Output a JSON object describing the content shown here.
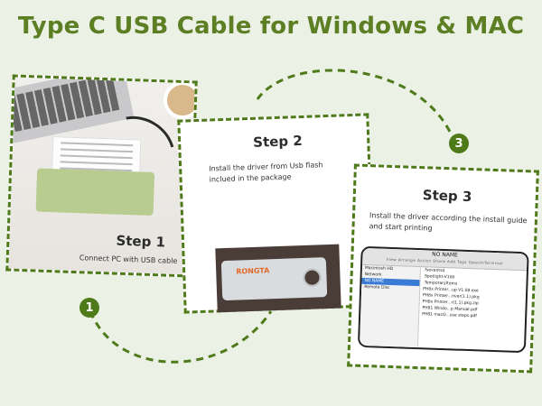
{
  "title": "Type C USB Cable for Windows & MAC",
  "colors": {
    "accent": "#4f7a1a",
    "title": "#5d7f24",
    "background": "#ecf1e6"
  },
  "steps": [
    {
      "badge": "1",
      "heading": "Step 1",
      "description": "Connect PC with USB cable"
    },
    {
      "badge": "",
      "heading": "Step 2",
      "description": "Install the driver from Usb flash inclued in the package"
    },
    {
      "badge": "3",
      "heading": "Step 3",
      "description": "Install the driver according the install guide and start printing"
    }
  ],
  "usb_logo_text": "RONGTA",
  "finder": {
    "window_title": "NO NAME",
    "toolbar": "View  Arrange  Action  Share  Add Tags  OpenInTerminal",
    "sidebar": [
      "Macintosh HD",
      "Network",
      "NO NAME",
      "Remote Disc"
    ],
    "selected": "NO NAME",
    "files": [
      ".fseventsd",
      ".Spotlight-V100",
      ".Temporaryltems",
      "PH8x Printer...up V1.08.exe",
      "PH8x Printer...river(1.1).pkg",
      "PH8x Printer...r(1.1).pkg.zip",
      "PH81 Windo...p Manual.pdf",
      "PH81 macO...use steps.pdf"
    ]
  }
}
